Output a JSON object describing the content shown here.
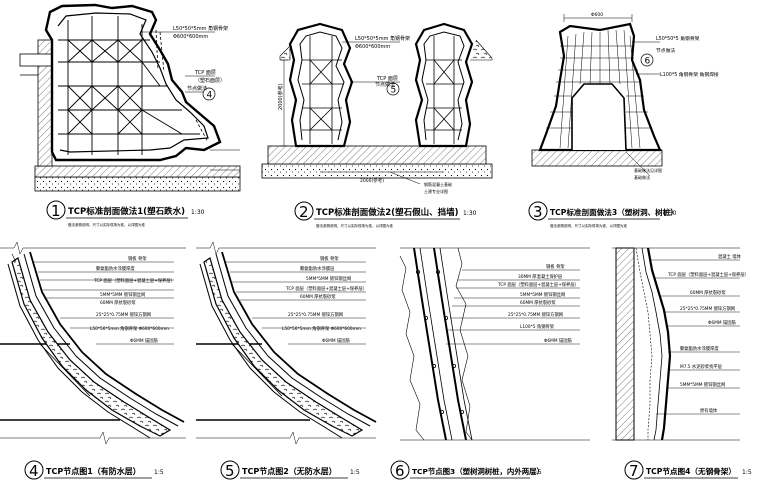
{
  "details": [
    {
      "num": "1",
      "title": "TCP标准剖面做法1(塑石跌水)",
      "scale": "1:30",
      "note": "做法参照说明，尺寸以实际现场为准，以详图为准",
      "labels": [
        "L50*50*5mm 角钢骨架",
        "Φ600*600mm",
        "TCP 面层",
        "（塑石面层）",
        "节点做法"
      ],
      "callout": "4"
    },
    {
      "num": "2",
      "title": "TCP标准剖面做法2(塑石假山、挡墙)",
      "scale": "1:30",
      "note": "做法参照说明，尺寸以实际现场为准，以详图为准",
      "labels": [
        "L50*50*5mm 角钢骨架",
        "Φ600*600mm",
        "TCP 面层",
        "节点做法",
        "钢筋混凝土基础",
        "土建专业详图",
        "2000(参考)",
        "2000(参考)"
      ],
      "callout": "5"
    },
    {
      "num": "3",
      "title": "TCP标准剖面做法3（塑树洞、树桩）",
      "scale": "1:30",
      "note": "做法参照说明，尺寸以实际现场为准，以详图为准",
      "labels": [
        "L50*50*5 角钢骨架",
        "L100*5 角钢骨架 角钢焊接",
        "Φ600",
        "节点做法",
        "基础做法见详图",
        "基础做法"
      ],
      "callout": "6"
    },
    {
      "num": "4",
      "title": "TCP节点图1（有防水层）",
      "scale": "1:5",
      "labels": [
        "钢板 骨架",
        "TCP 面层（塑料面层+混凝土层+保养层）",
        "聚氨酯防水涂膜厚度",
        "5MM*5MM 镀锌钢丝网",
        "60MM 厚抗裂砂浆",
        "25*25*0.75MM 镀锌方钢网",
        "L50*50*5mm 角钢骨架 Φ600*600mm",
        "Φ6MM 锚固筋"
      ]
    },
    {
      "num": "5",
      "title": "TCP节点图2（无防水层）",
      "scale": "1:5",
      "labels": [
        "钢板 骨架",
        "聚氨酯防水涂膜层",
        "5MM*5MM 镀锌钢丝网",
        "TCP 面层（塑料面层+混凝土层+保养层）",
        "60MM 厚抗裂砂浆",
        "25*25*0.75MM 镀锌方钢网",
        "L50*50*5mm 角钢骨架 Φ600*600mm",
        "Φ6MM 锚固筋"
      ]
    },
    {
      "num": "6",
      "title": "TCP节点图3（塑树洞树桩，内外两层）",
      "scale": "1:5",
      "labels": [
        "钢板 骨架",
        "30MM 厚混凝土保护层",
        "TCP 面层（塑料面层+混凝土层+保养层）",
        "5MM*5MM 镀锌钢丝网",
        "60MM 厚抗裂砂浆",
        "25*25*0.75MM 镀锌方钢网",
        "L100*5 角钢骨架",
        "Φ6MM 锚固筋"
      ]
    },
    {
      "num": "7",
      "title": "TCP节点图4（无钢骨架）",
      "scale": "1:5",
      "labels": [
        "混凝土 墙体",
        "TCP 面层（塑料面层+混凝土层+保养层）",
        "60MM 厚抗裂砂浆",
        "25*25*0.75MM 镀锌方钢网",
        "Φ6MM 锚固筋",
        "聚氨酯防水涂膜厚度",
        "M7.5 水泥砂浆找平层",
        "5MM*5MM 镀锌钢丝网",
        "原有墙体"
      ]
    }
  ]
}
